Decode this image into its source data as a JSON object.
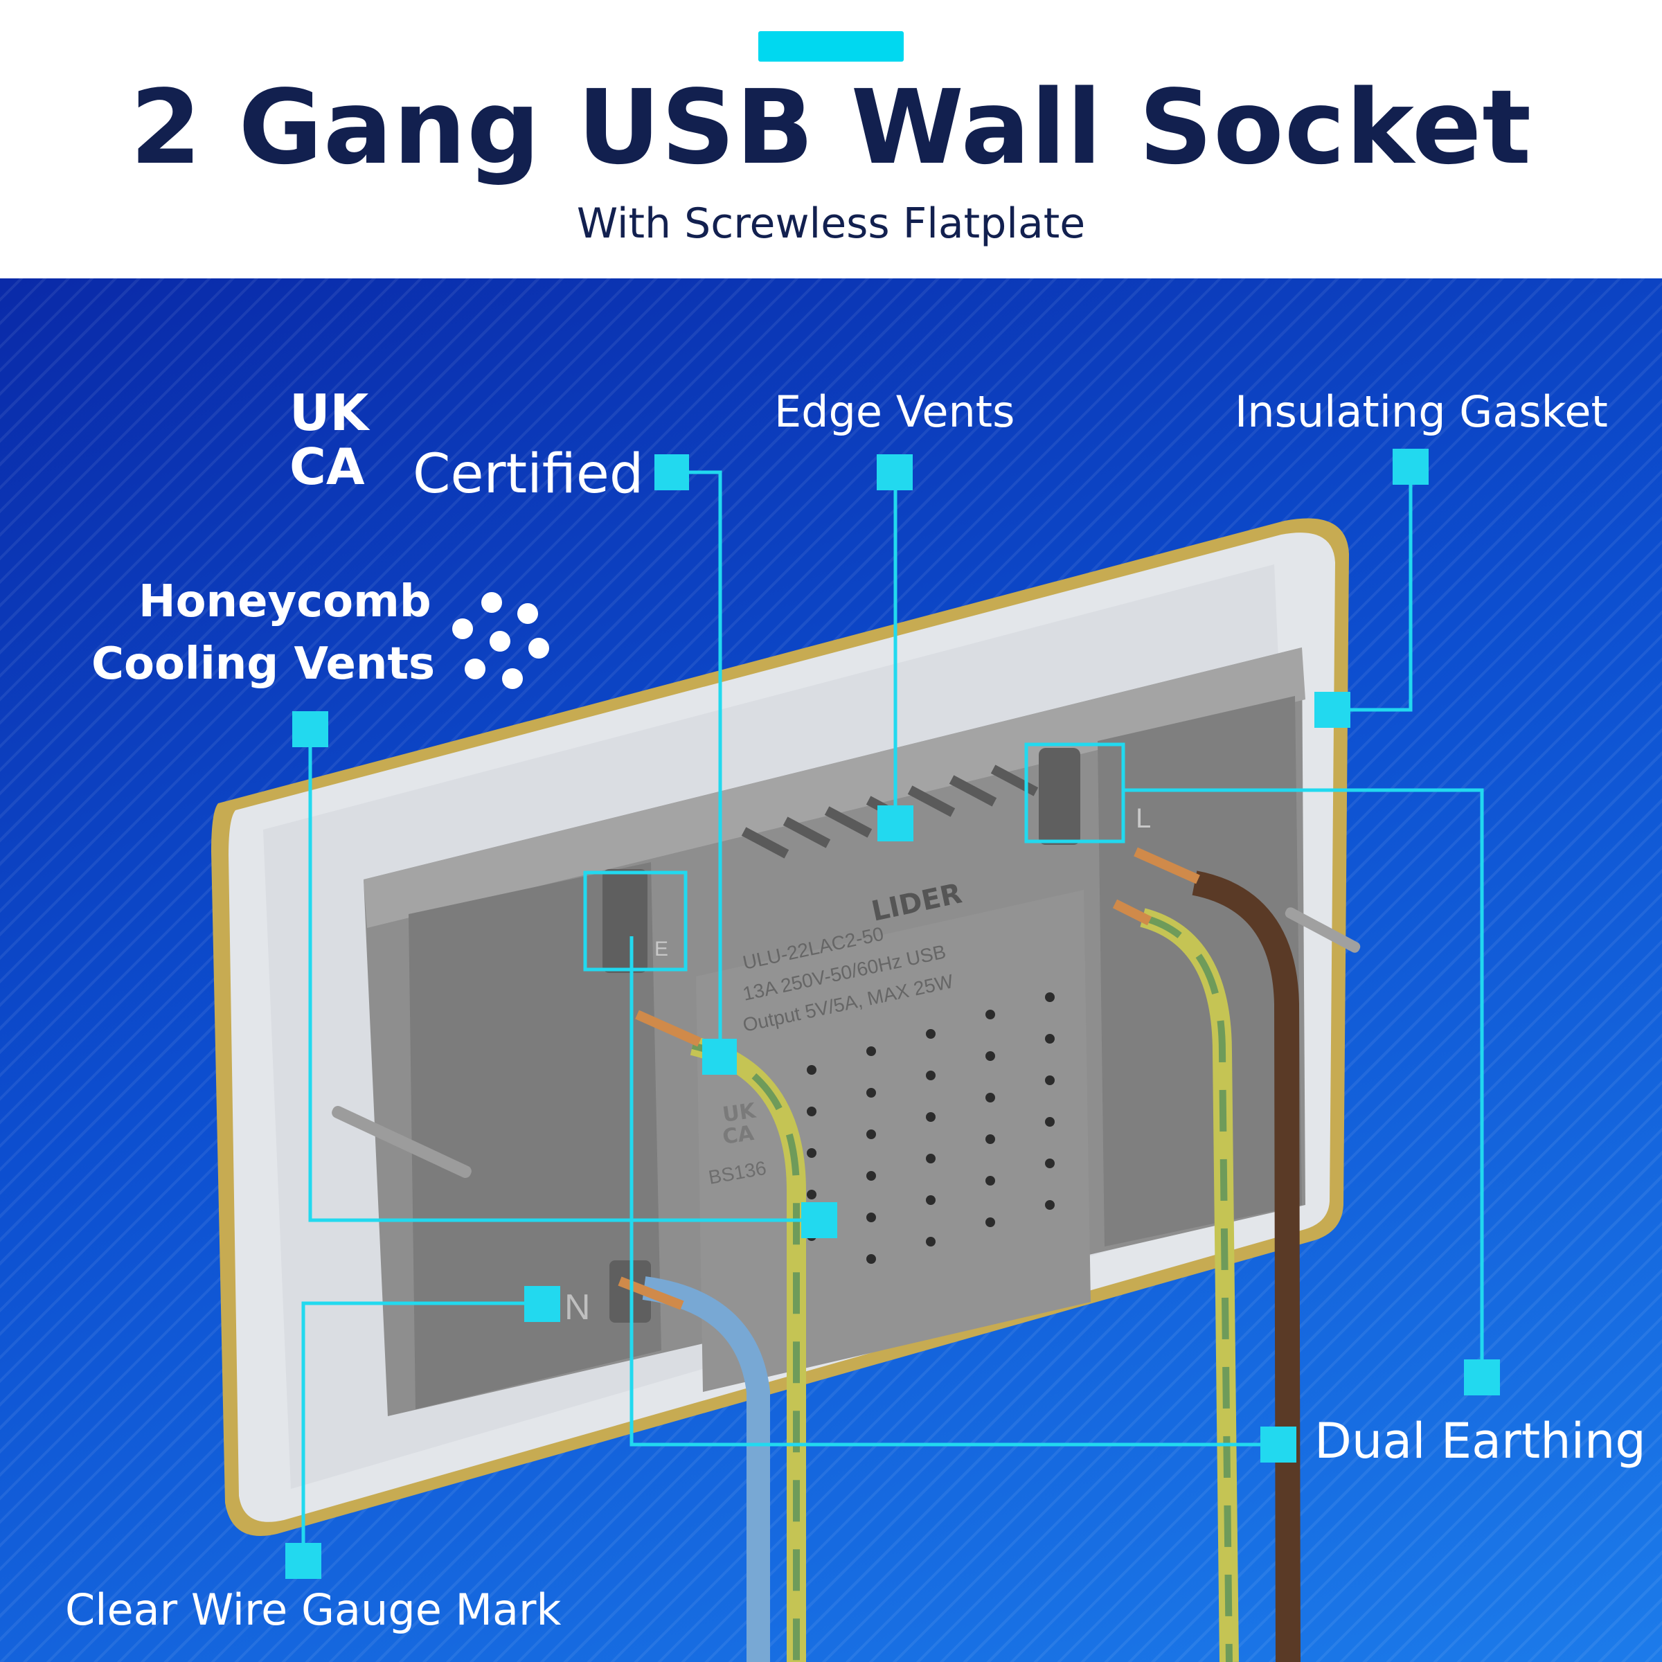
{
  "header": {
    "title": "2 Gang USB Wall Socket",
    "subtitle": "With Screwless Flatplate"
  },
  "colors": {
    "title_text": "#12204f",
    "accent": "#00d8f0",
    "panel_top": "#0a2aa8",
    "panel_bottom": "#1c7bea",
    "plate_frame": "#c7ab52",
    "module_grey": "#8c8c8c"
  },
  "callouts": {
    "certification": {
      "logo": [
        "UK",
        "CA"
      ],
      "label": "Certified"
    },
    "honeycomb": [
      "Honeycomb",
      "Cooling Vents"
    ],
    "edge_vents": "Edge Vents",
    "insulating_gasket": "Insulating Gasket",
    "dual_earthing": "Dual Earthing",
    "wire_gauge": "Clear Wire Gauge Mark"
  },
  "product_markings": {
    "brand": "LIDER",
    "model": "ULU-22LAC2-50",
    "rating_line1": "13A 250V-50/60Hz USB",
    "rating_line2": "Output 5V/5A, MAX 25W",
    "cert_mark": [
      "UK",
      "CA"
    ],
    "standard": "BS136",
    "terminal_neutral": "N",
    "terminal_earth": "E",
    "terminal_live": "L"
  }
}
